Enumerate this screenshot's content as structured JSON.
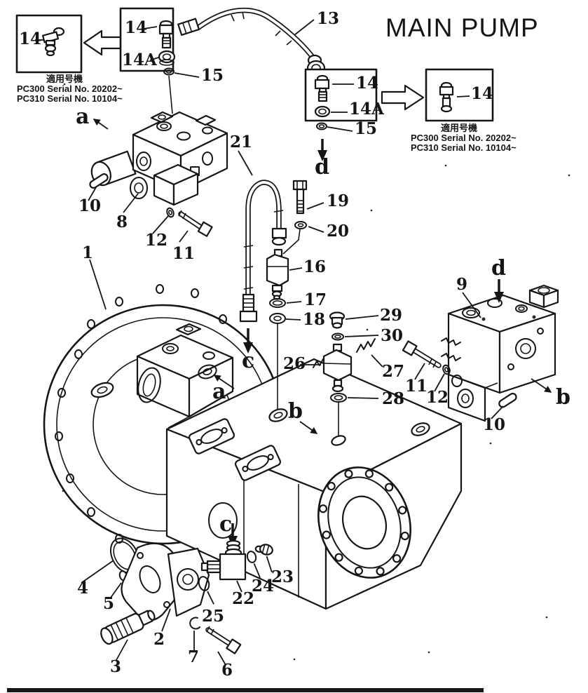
{
  "title": {
    "text": "MAIN PUMP",
    "color": "#f34f4f"
  },
  "serial_note": {
    "header": "適用号機",
    "line1": "PC300  Serial  No. 20202~",
    "line2": "PC310  Serial  No. 10104~"
  },
  "labels": {
    "n1": "1",
    "n2": "2",
    "n3": "3",
    "n4": "4",
    "n5": "5",
    "n6": "6",
    "n7": "7",
    "n8": "8",
    "n9": "9",
    "n10": "10",
    "n11": "11",
    "n12": "12",
    "n13": "13",
    "n14": "14",
    "n14a": "14A",
    "n15": "15",
    "n16": "16",
    "n17": "17",
    "n18": "18",
    "n19": "19",
    "n20": "20",
    "n21": "21",
    "n22": "22",
    "n23": "23",
    "n24": "24",
    "n25": "25",
    "n26": "26",
    "n27": "27",
    "n28": "28",
    "n29": "29",
    "n30": "30",
    "la": "a",
    "lb": "b",
    "lc": "c",
    "ld": "d"
  }
}
